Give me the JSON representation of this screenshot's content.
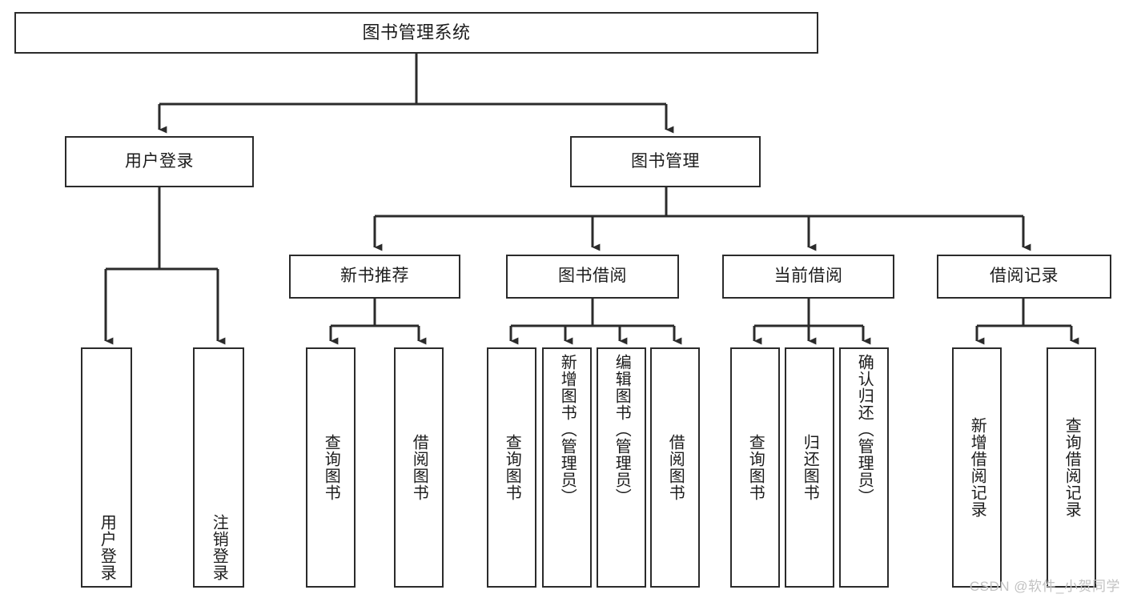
{
  "diagram": {
    "type": "tree-hierarchy",
    "title": "图书管理系统",
    "orientation": "top-down",
    "colors": {
      "stroke": "#2b2b2b",
      "fill": "#ffffff",
      "text": "#1c1c1c",
      "watermark": "#c2c2c2"
    },
    "root": {
      "id": "root",
      "label": "图书管理系统"
    },
    "level1": [
      {
        "id": "l1-user-login",
        "label": "用户登录"
      },
      {
        "id": "l1-book-manage",
        "label": "图书管理"
      }
    ],
    "level2": [
      {
        "id": "l2-new-book-recommend",
        "label": "新书推荐",
        "parent": "l1-book-manage"
      },
      {
        "id": "l2-book-borrow",
        "label": "图书借阅",
        "parent": "l1-book-manage"
      },
      {
        "id": "l2-current-borrow",
        "label": "当前借阅",
        "parent": "l1-book-manage"
      },
      {
        "id": "l2-borrow-record",
        "label": "借阅记录",
        "parent": "l1-book-manage"
      }
    ],
    "leaves": {
      "user_login": [
        {
          "id": "leaf-user-login",
          "label": "用户登录"
        },
        {
          "id": "leaf-user-logout",
          "label": "注销登录"
        }
      ],
      "new_book_recommend": [
        {
          "id": "leaf-query-book-1",
          "label": "查询图书"
        },
        {
          "id": "leaf-borrow-book-1",
          "label": "借阅图书"
        }
      ],
      "book_borrow": [
        {
          "id": "leaf-query-book-2",
          "label": "查询图书"
        },
        {
          "id": "leaf-add-book",
          "label": "新增图书（管理员）"
        },
        {
          "id": "leaf-edit-book",
          "label": "编辑图书（管理员）"
        },
        {
          "id": "leaf-borrow-book-2",
          "label": "借阅图书"
        }
      ],
      "current_borrow": [
        {
          "id": "leaf-query-book-3",
          "label": "查询图书"
        },
        {
          "id": "leaf-return-book",
          "label": "归还图书"
        },
        {
          "id": "leaf-confirm-return",
          "label": "确认归还（管理员）"
        }
      ],
      "borrow_record": [
        {
          "id": "leaf-add-record",
          "label": "新增借阅记录"
        },
        {
          "id": "leaf-query-record",
          "label": "查询借阅记录"
        }
      ]
    }
  },
  "watermark": {
    "text": "CSDN @软件_小贺同学"
  }
}
